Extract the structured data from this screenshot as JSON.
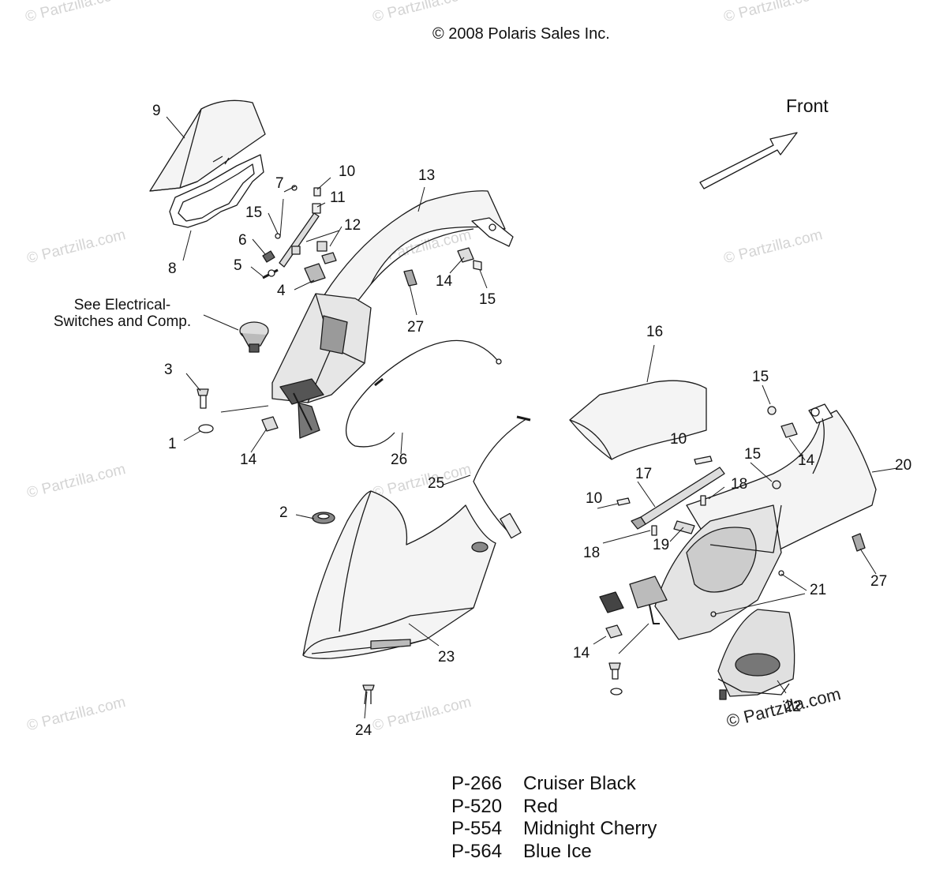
{
  "copyright": "© 2008 Polaris Sales Inc.",
  "front_label": "Front",
  "note": "See Electrical-\nSwitches and Comp.",
  "watermark": "© Partzilla.com",
  "callouts": {
    "c9": "9",
    "c8": "8",
    "c7": "7",
    "c10a": "10",
    "c11": "11",
    "c15a": "15",
    "c12": "12",
    "c6": "6",
    "c5": "5",
    "c4": "4",
    "c13": "13",
    "c14a": "14",
    "c15b": "15",
    "c27a": "27",
    "c3": "3",
    "c1": "1",
    "c14b": "14",
    "c26": "26",
    "c25": "25",
    "c2": "2",
    "c23": "23",
    "c24": "24",
    "c16": "16",
    "c15c": "15",
    "c10b": "10",
    "c15d": "15",
    "c14c": "14",
    "c20": "20",
    "c17": "17",
    "c18a": "18",
    "c10c": "10",
    "c18b": "18",
    "c19": "19",
    "c21": "21",
    "c27b": "27",
    "c14d": "14",
    "c22": "22"
  },
  "color_codes": [
    {
      "code": "P-266",
      "name": "Cruiser Black"
    },
    {
      "code": "P-520",
      "name": "Red"
    },
    {
      "code": "P-554",
      "name": "Midnight Cherry"
    },
    {
      "code": "P-564",
      "name": "Blue Ice"
    }
  ],
  "colors": {
    "line": "#1a1a1a",
    "panel": "#f4f4f4",
    "shade": "#6d6d6d",
    "watermark": "#d4d4d4"
  }
}
